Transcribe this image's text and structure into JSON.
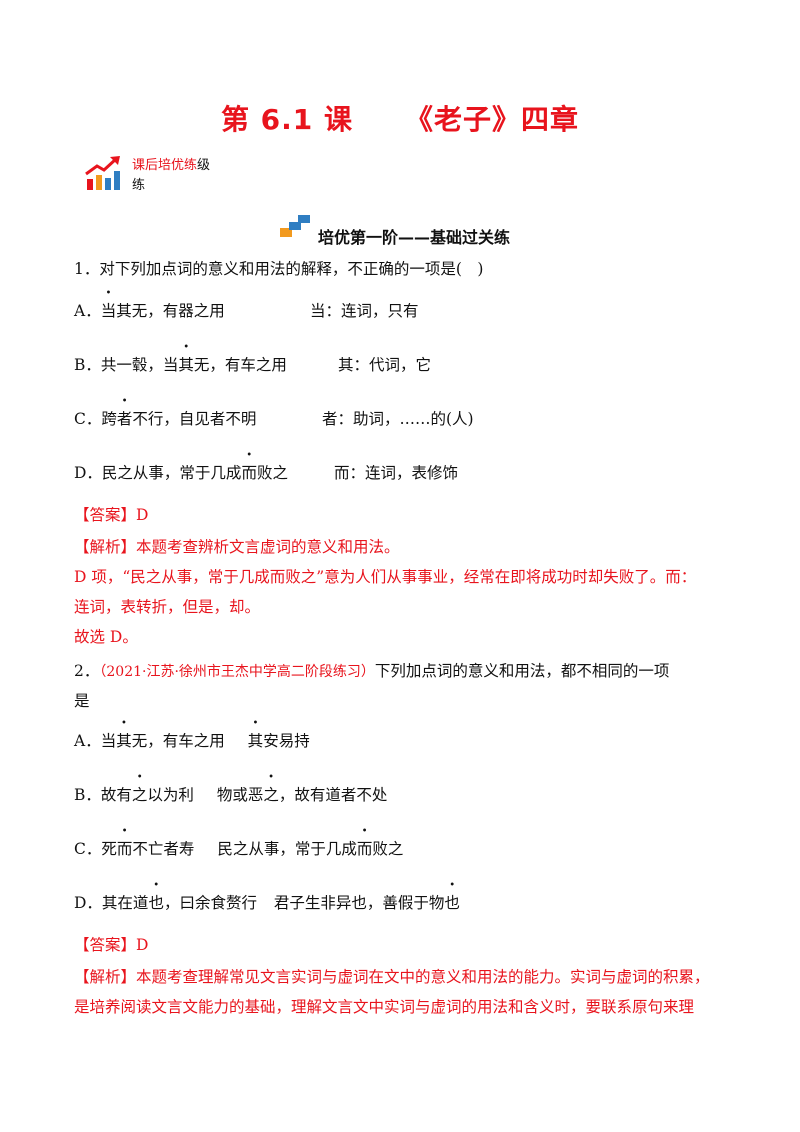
{
  "title": {
    "part1": "第 6.1 课",
    "part2": "《老子》四章"
  },
  "badge": {
    "line1_red": "课后培优练",
    "line1_black": "级",
    "line2": "练"
  },
  "section": {
    "title": "培优第一阶——基础过关练"
  },
  "q1": {
    "stem": "1．对下列加点词的意义和用法的解释，不正确的一项是(　)",
    "options": [
      {
        "pre": "A．",
        "dot": "当",
        "post": "其无，有器之用",
        "note": "当：连词，只有"
      },
      {
        "pre": "B．共一毂，当",
        "dot": "其",
        "post": "无，有车之用",
        "note": "其：代词，它"
      },
      {
        "pre": "C．跨",
        "dot": "者",
        "post": "不行，自见者不明",
        "note": "者：助词，……的(人)"
      },
      {
        "pre": "D．民之从事，常于几成",
        "dot": "而",
        "post": "败之",
        "note": "而：连词，表修饰"
      }
    ],
    "answer_tag": "【答案】",
    "answer": "D",
    "analysis_tag": "【解析】",
    "analysis": "本题考查辨析文言虚词的意义和用法。",
    "explain1": "D 项，“民之从事，常于几成而败之”意为人们从事事业，经常在即将成功时却失败了。而：",
    "explain2": "连词，表转折，但是，却。",
    "conclusion": "故选 D。"
  },
  "q2": {
    "num": "2．",
    "source": "（2021·江苏·徐州市王杰中学高二阶段练习）",
    "stem_a": "下列加点词的意义和用法，都不相同的一项",
    "stem_b": "是",
    "options": [
      {
        "a_pre": "A．当",
        "a_dot": "其",
        "a_post": "无，有车之用",
        "b_pre": "",
        "b_dot": "其",
        "b_post": "安易持"
      },
      {
        "a_pre": "B．故有",
        "a_dot": "之",
        "a_post": "以为利",
        "b_pre": "物或恶",
        "b_dot": "之",
        "b_post": "，故有道者不处"
      },
      {
        "a_pre": "C．死",
        "a_dot": "而",
        "a_post": "不亡者寿",
        "b_pre": "民之从事，常于几成",
        "b_dot": "而",
        "b_post": "败之"
      },
      {
        "a_pre": "D．其在道",
        "a_dot": "也",
        "a_post": "，曰余食赘行",
        "b_pre": "君子生非异也，善假于物",
        "b_dot": "也",
        "b_post": ""
      }
    ],
    "answer_tag": "【答案】",
    "answer": "D",
    "analysis_tag": "【解析】",
    "analysis1": "本题考查理解常见文言实词与虚词在文中的意义和用法的能力。实词与虚词的积累，",
    "analysis2": "是培养阅读文言文能力的基础，理解文言文中实词与虚词的用法和含义时，要联系原句来理"
  },
  "colors": {
    "accent_red": "#e8141d",
    "chart_blue": "#2f7ec2",
    "chart_orange": "#f29a1f"
  }
}
